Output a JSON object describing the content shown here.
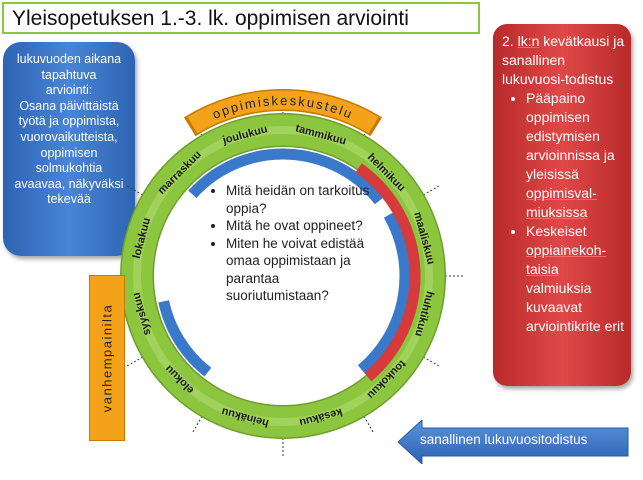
{
  "title": "Yleisopetuksen 1.-3. lk. oppimisen arviointi",
  "left_box": {
    "lines": [
      "lukuvuoden  aikana",
      "tapahtuva",
      "arviointi:",
      "Osana päivittäistä",
      "työtä ja oppimista,",
      "vuorovaikutteista,",
      "oppimisen",
      "solmukohtia",
      "avaavaa, näkyväksi",
      "tekevää"
    ]
  },
  "right_box": {
    "heading_1": "2. ",
    "heading_lk": "lk:n",
    "heading_2": " kevätkausi ja sanallinen lukuvuosi-todistus",
    "bullet_1_a": "Pääpaino oppimisen edistymisen arvioinnissa ja yleisissä ",
    "bullet_1_b": "oppimisval-miuksissa",
    "bullet_2_a": "Keskeiset ",
    "bullet_2_b": "oppiainekoh-taisia",
    "bullet_2_c": " valmiuksia kuvaavat arviointikrite erit"
  },
  "center_questions": [
    "Mitä heidän on tarkoitus oppia?",
    "Mitä he ovat oppineet?",
    "Miten he voivat edistää omaa oppimistaan ja parantaa suoriutumistaan?"
  ],
  "oppimiskeskustelu": "oppimiskeskustelu",
  "vanhempainilta": "vanhempainilta",
  "arrow_label": "sanallinen lukuvuositodistus",
  "months": [
    "tammikuu",
    "helmikuu",
    "maaliskuu",
    "huhtikuu",
    "toukokuu",
    "kesäkuu",
    "heinäkuu",
    "elokuu",
    "syyskuu",
    "lokakuu",
    "marraskuu",
    "joulukuu"
  ],
  "colors": {
    "ring": "#8cc63f",
    "blue": "#3a78c9",
    "red": "#d63a3a",
    "orange": "#f5a21b"
  }
}
